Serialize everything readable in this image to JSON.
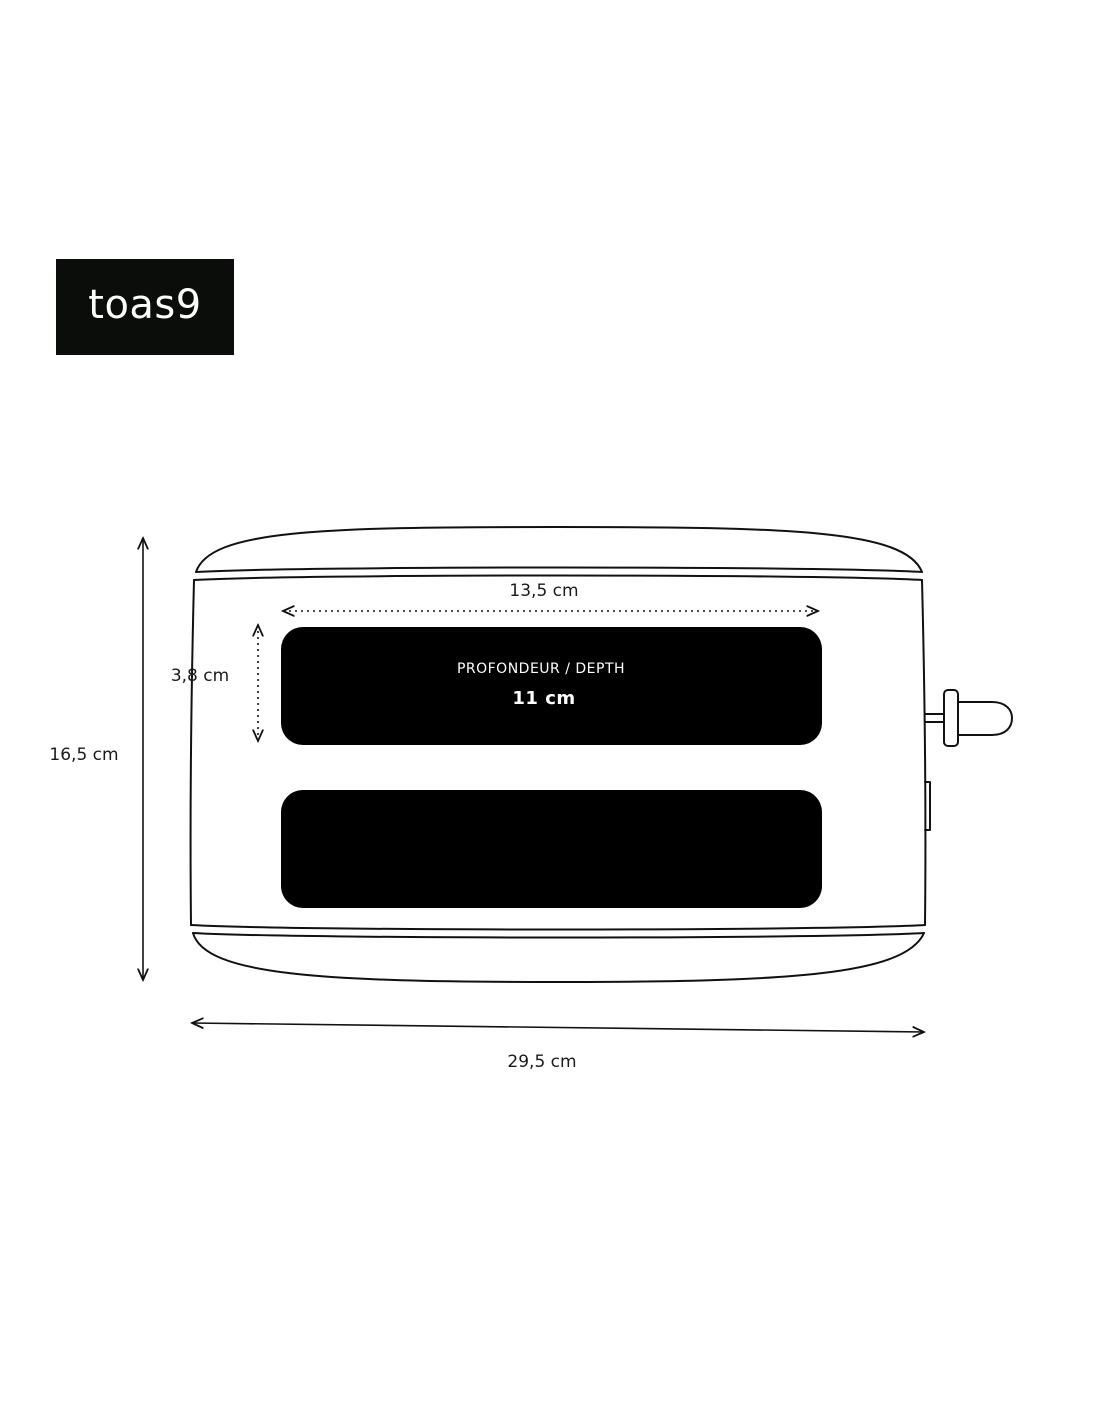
{
  "brand": {
    "logo_text": "toas9",
    "logo_bg": "#0a0d09",
    "logo_fg": "#ffffff"
  },
  "dimensions": {
    "height": "16,5 cm",
    "width": "29,5 cm",
    "slot_length": "13,5 cm",
    "slot_width": "3,8 cm",
    "depth_caption": "PROFONDEUR / DEPTH",
    "depth_value": "11 cm"
  },
  "colors": {
    "outline": "#111111",
    "slot_fill": "#000000",
    "background": "#ffffff"
  }
}
